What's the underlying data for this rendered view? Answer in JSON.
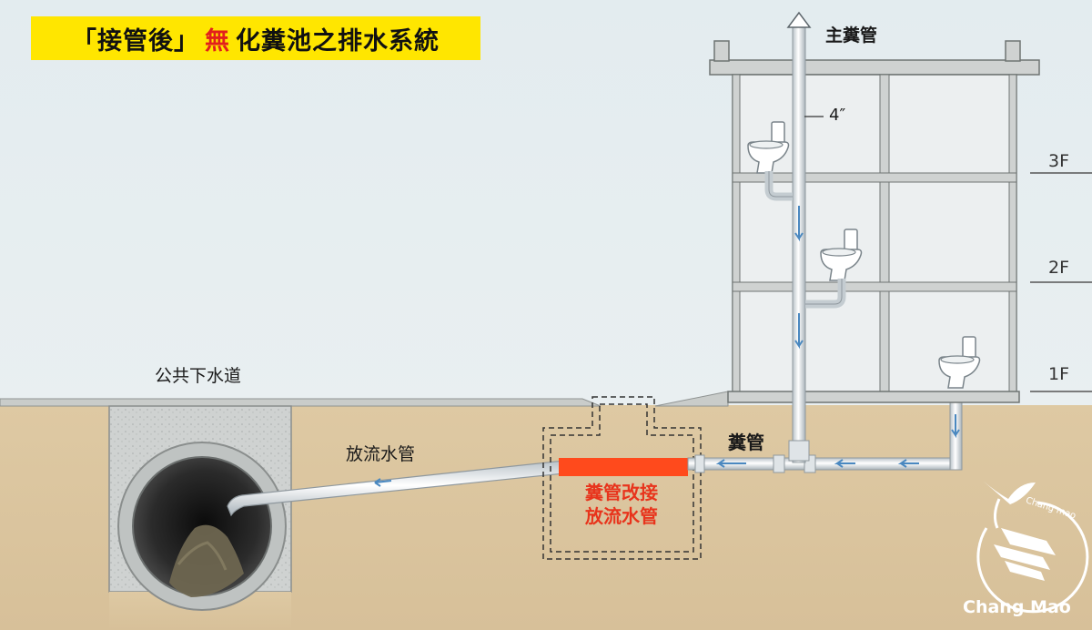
{
  "title": {
    "prefix": "「接管後」",
    "accent": "無",
    "suffix": "化糞池之排水系統"
  },
  "labels": {
    "main_pipe": "主糞管",
    "pipe_size": "4″",
    "floors": [
      "3F",
      "2F",
      "1F"
    ],
    "public_sewer": "公共下水道",
    "outflow_pipe": "放流水管",
    "manure_pipe": "糞管",
    "reroute_line1": "糞管改接",
    "reroute_line2": "放流水管"
  },
  "brand": {
    "name": "Chang Mao",
    "circle_text": "Chang mao"
  },
  "colors": {
    "title_bg": "#ffe600",
    "accent_red": "#e2201c",
    "reroute_bar": "#ff4a1c",
    "soil": "#dcc6a0",
    "sky": "#e6eef1",
    "flow_arrow": "#4a88c0"
  },
  "icons": [
    "toilet-icon",
    "flow-arrow-icon",
    "up-arrow-icon",
    "brand-logo-icon"
  ]
}
